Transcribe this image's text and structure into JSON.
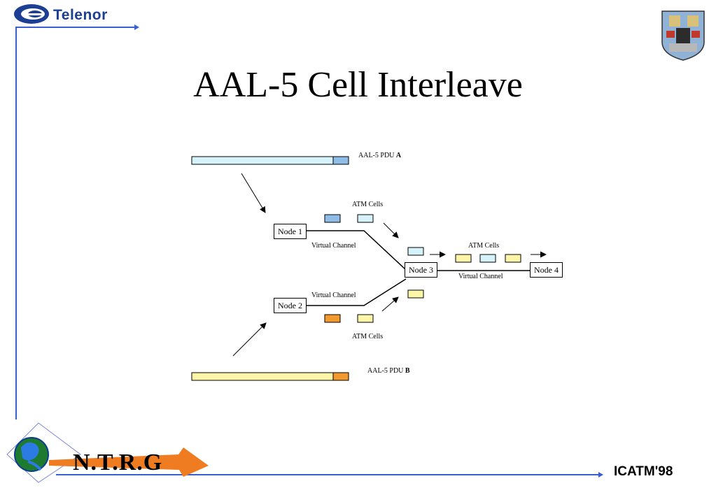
{
  "header": {
    "brand": "Telenor"
  },
  "title": "AAL-5 Cell Interleave",
  "diagram": {
    "pdu_a": {
      "label": "AAL-5 PDU ",
      "letter": "A"
    },
    "pdu_b": {
      "label": "AAL-5 PDU ",
      "letter": "B"
    },
    "atm_cells_top": "ATM Cells",
    "atm_cells_mid": "ATM Cells",
    "atm_cells_bottom": "ATM Cells",
    "node1": "Node 1",
    "node2": "Node 2",
    "node3": "Node 3",
    "node4": "Node 4",
    "vc_top": "Virtual Channel",
    "vc_bottom": "Virtual Channel",
    "vc_right": "Virtual Channel"
  },
  "footer": {
    "ntrg": "N.T.R.G",
    "icatm": "ICATM'98"
  },
  "colors": {
    "blue_light": "#d6f3fb",
    "blue_dark": "#8fbde8",
    "yellow_light": "#fdf5a8",
    "orange": "#f29a2e",
    "frame_blue": "#3a5fd0",
    "brand_blue": "#1c3f94"
  }
}
